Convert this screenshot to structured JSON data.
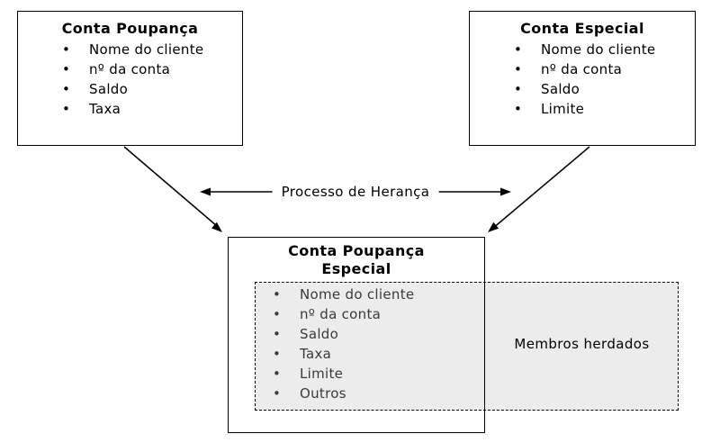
{
  "diagram": {
    "bullet_glyph": "•",
    "process_label": "Processo de Herança",
    "parent_left": {
      "title": "Conta Poupança",
      "members": [
        "Nome do cliente",
        "nº da conta",
        "Saldo",
        "Taxa"
      ]
    },
    "parent_right": {
      "title": "Conta Especial",
      "members": [
        "Nome do cliente",
        "nº da conta",
        "Saldo",
        "Limite"
      ]
    },
    "child": {
      "title_line1": "Conta Poupança",
      "title_line2": "Especial",
      "members": [
        "Nome do cliente",
        "nº da conta",
        "Saldo",
        "Taxa",
        "Limite",
        "Outros"
      ],
      "inherited_label": "Membros herdados"
    },
    "colors": {
      "background": "#ffffff",
      "box_border": "#000000",
      "arrow": "#000000",
      "text": "#000000",
      "inherited_fill": "#ececec",
      "inherited_member_text": "#3a3a3a"
    }
  }
}
